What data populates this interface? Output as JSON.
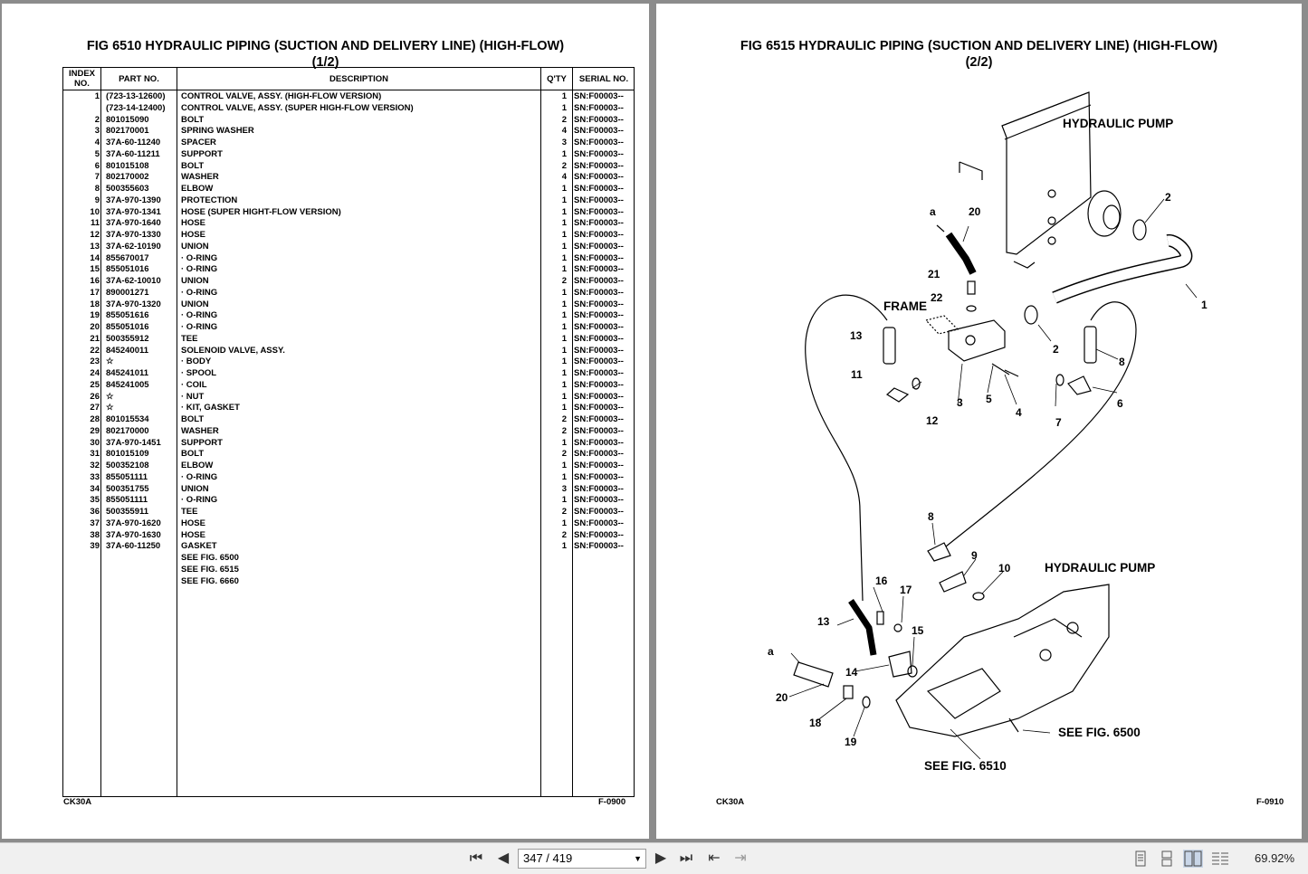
{
  "left_page": {
    "title": "FIG   6510     HYDRAULIC PIPING (SUCTION AND DELIVERY LINE) (HIGH-FLOW)",
    "subtitle": "(1/2)",
    "footer_left": "CK30A",
    "footer_right": "F-0900",
    "headers": {
      "index": "INDEX NO.",
      "part": "PART NO.",
      "desc": "DESCRIPTION",
      "qty": "Q'TY",
      "serial": "SERIAL NO."
    },
    "rows": [
      {
        "idx": "1",
        "part": "(723-13-12600)",
        "desc": "CONTROL VALVE, ASSY. (HIGH-FLOW VERSION)",
        "qty": "1",
        "ser": "SN:F00003--"
      },
      {
        "idx": "",
        "part": "(723-14-12400)",
        "desc": "CONTROL VALVE, ASSY. (SUPER HIGH-FLOW VERSION)",
        "qty": "1",
        "ser": "SN:F00003--"
      },
      {
        "idx": "2",
        "part": "801015090",
        "desc": "BOLT",
        "qty": "2",
        "ser": "SN:F00003--"
      },
      {
        "idx": "3",
        "part": "802170001",
        "desc": "SPRING WASHER",
        "qty": "4",
        "ser": "SN:F00003--"
      },
      {
        "idx": "4",
        "part": "37A-60-11240",
        "desc": "SPACER",
        "qty": "3",
        "ser": "SN:F00003--"
      },
      {
        "idx": "5",
        "part": "37A-60-11211",
        "desc": "SUPPORT",
        "qty": "1",
        "ser": "SN:F00003--"
      },
      {
        "idx": "6",
        "part": "801015108",
        "desc": "BOLT",
        "qty": "2",
        "ser": "SN:F00003--"
      },
      {
        "idx": "7",
        "part": "802170002",
        "desc": "WASHER",
        "qty": "4",
        "ser": "SN:F00003--"
      },
      {
        "idx": "8",
        "part": "500355603",
        "desc": "ELBOW",
        "qty": "1",
        "ser": "SN:F00003--"
      },
      {
        "idx": "9",
        "part": "37A-970-1390",
        "desc": "PROTECTION",
        "qty": "1",
        "ser": "SN:F00003--"
      },
      {
        "idx": "10",
        "part": "37A-970-1341",
        "desc": "HOSE (SUPER HIGHT-FLOW VERSION)",
        "qty": "1",
        "ser": "SN:F00003--"
      },
      {
        "idx": "11",
        "part": "37A-970-1640",
        "desc": "HOSE",
        "qty": "1",
        "ser": "SN:F00003--"
      },
      {
        "idx": "12",
        "part": "37A-970-1330",
        "desc": "HOSE",
        "qty": "1",
        "ser": "SN:F00003--"
      },
      {
        "idx": "13",
        "part": "37A-62-10190",
        "desc": "UNION",
        "qty": "1",
        "ser": "SN:F00003--"
      },
      {
        "idx": "14",
        "part": "855670017",
        "desc": "·  O-RING",
        "qty": "1",
        "ser": "SN:F00003--"
      },
      {
        "idx": "15",
        "part": "855051016",
        "desc": "·  O-RING",
        "qty": "1",
        "ser": "SN:F00003--"
      },
      {
        "idx": "16",
        "part": "37A-62-10010",
        "desc": "UNION",
        "qty": "2",
        "ser": "SN:F00003--"
      },
      {
        "idx": "17",
        "part": "890001271",
        "desc": "·  O-RING",
        "qty": "1",
        "ser": "SN:F00003--"
      },
      {
        "idx": "18",
        "part": "37A-970-1320",
        "desc": "UNION",
        "qty": "1",
        "ser": "SN:F00003--"
      },
      {
        "idx": "19",
        "part": "855051616",
        "desc": "·  O-RING",
        "qty": "1",
        "ser": "SN:F00003--"
      },
      {
        "idx": "20",
        "part": "855051016",
        "desc": "·  O-RING",
        "qty": "1",
        "ser": "SN:F00003--"
      },
      {
        "idx": "21",
        "part": "500355912",
        "desc": "TEE",
        "qty": "1",
        "ser": "SN:F00003--"
      },
      {
        "idx": "22",
        "part": "845240011",
        "desc": "SOLENOID VALVE, ASSY.",
        "qty": "1",
        "ser": "SN:F00003--"
      },
      {
        "idx": "23",
        "part": "☆",
        "desc": "·  BODY",
        "qty": "1",
        "ser": "SN:F00003--"
      },
      {
        "idx": "24",
        "part": "845241011",
        "desc": "·  SPOOL",
        "qty": "1",
        "ser": "SN:F00003--"
      },
      {
        "idx": "25",
        "part": "845241005",
        "desc": "·  COIL",
        "qty": "1",
        "ser": "SN:F00003--"
      },
      {
        "idx": "26",
        "part": "☆",
        "desc": "·  NUT",
        "qty": "1",
        "ser": "SN:F00003--"
      },
      {
        "idx": "27",
        "part": "☆",
        "desc": "·  KIT, GASKET",
        "qty": "1",
        "ser": "SN:F00003--"
      },
      {
        "idx": "28",
        "part": "801015534",
        "desc": "BOLT",
        "qty": "2",
        "ser": "SN:F00003--"
      },
      {
        "idx": "29",
        "part": "802170000",
        "desc": "WASHER",
        "qty": "2",
        "ser": "SN:F00003--"
      },
      {
        "idx": "30",
        "part": "37A-970-1451",
        "desc": "SUPPORT",
        "qty": "1",
        "ser": "SN:F00003--"
      },
      {
        "idx": "31",
        "part": "801015109",
        "desc": "BOLT",
        "qty": "2",
        "ser": "SN:F00003--"
      },
      {
        "idx": "32",
        "part": "500352108",
        "desc": "ELBOW",
        "qty": "1",
        "ser": "SN:F00003--"
      },
      {
        "idx": "33",
        "part": "855051111",
        "desc": "·  O-RING",
        "qty": "1",
        "ser": "SN:F00003--"
      },
      {
        "idx": "34",
        "part": "500351755",
        "desc": "UNION",
        "qty": "3",
        "ser": "SN:F00003--"
      },
      {
        "idx": "35",
        "part": "855051111",
        "desc": "·  O-RING",
        "qty": "1",
        "ser": "SN:F00003--"
      },
      {
        "idx": "36",
        "part": "500355911",
        "desc": "TEE",
        "qty": "2",
        "ser": "SN:F00003--"
      },
      {
        "idx": "37",
        "part": "37A-970-1620",
        "desc": "HOSE",
        "qty": "1",
        "ser": "SN:F00003--"
      },
      {
        "idx": "38",
        "part": "37A-970-1630",
        "desc": "HOSE",
        "qty": "2",
        "ser": "SN:F00003--"
      },
      {
        "idx": "39",
        "part": "37A-60-11250",
        "desc": "GASKET",
        "qty": "1",
        "ser": "SN:F00003--"
      },
      {
        "idx": "",
        "part": "",
        "desc": "SEE FIG. 6500",
        "qty": "",
        "ser": ""
      },
      {
        "idx": "",
        "part": "",
        "desc": "SEE FIG. 6515",
        "qty": "",
        "ser": ""
      },
      {
        "idx": "",
        "part": "",
        "desc": "SEE FIG. 6660",
        "qty": "",
        "ser": ""
      }
    ]
  },
  "right_page": {
    "title": "FIG   6515     HYDRAULIC PIPING (SUCTION AND DELIVERY LINE) (HIGH-FLOW)",
    "subtitle": "(2/2)",
    "footer_left": "CK30A",
    "footer_right": "F-0910",
    "labels": {
      "pump_top": "HYDRAULIC PUMP",
      "pump_bottom": "HYDRAULIC PUMP",
      "frame": "FRAME",
      "see_6500": "SEE FIG. 6500",
      "see_6510": "SEE FIG. 6510"
    },
    "callouts": [
      "a",
      "20",
      "21",
      "22",
      "13",
      "11",
      "12",
      "3",
      "5",
      "4",
      "2",
      "7",
      "6",
      "8",
      "1",
      "2",
      "8",
      "9",
      "10",
      "16",
      "17",
      "15",
      "13",
      "14",
      "a",
      "20",
      "18",
      "19"
    ]
  },
  "toolbar": {
    "page_field": "347 / 419",
    "zoom": "69.92%",
    "icons": [
      "first-page-icon",
      "prev-page-icon",
      "next-page-icon",
      "last-page-icon",
      "go-back-icon",
      "go-forward-icon",
      "single-page-view-icon",
      "continuous-view-icon",
      "two-page-view-icon",
      "two-page-scroll-view-icon"
    ]
  }
}
